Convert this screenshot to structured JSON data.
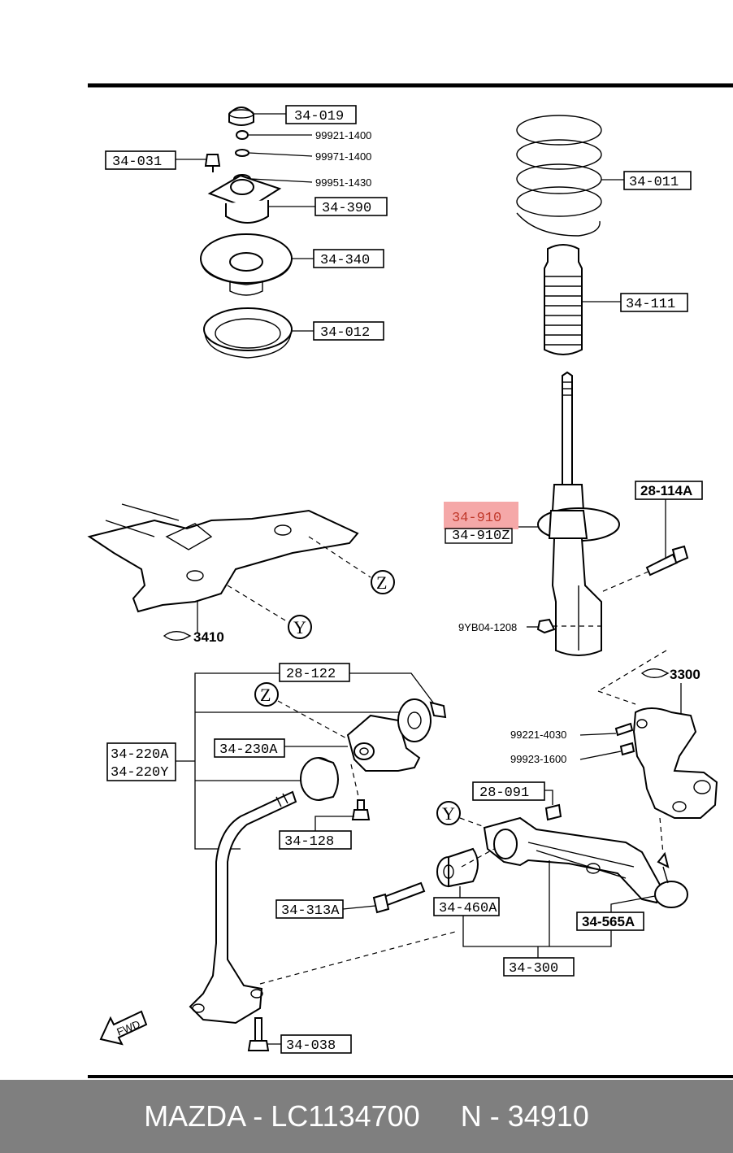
{
  "labels": {
    "p34019": "34-019",
    "p99921": "99921-1400",
    "p99971": "99971-1400",
    "p99951": "99951-1430",
    "p34031": "34-031",
    "p34390": "34-390",
    "p34340": "34-340",
    "p34012": "34-012",
    "p34011": "34-011",
    "p34111": "34-111",
    "p34910": "34-910",
    "p34910Z": "34-910Z",
    "p28114A": "28-114A",
    "p9YB04": "9YB04-1208",
    "p3410": "3410",
    "p3300": "3300",
    "p28122": "28-122",
    "p34230A": "34-230A",
    "p34220A": "34-220A",
    "p34220Y": "34-220Y",
    "p99221": "99221-4030",
    "p99923": "99923-1600",
    "p28091": "28-091",
    "p34128": "34-128",
    "p34313A": "34-313A",
    "p34460A": "34-460A",
    "p34565A": "34-565A",
    "p34300": "34-300",
    "p34038": "34-038",
    "fwd": "FWD",
    "calloutZ": "Z",
    "calloutY": "Y"
  },
  "highlight_color": "#f28b8b",
  "footer": {
    "text": "MAZDA - LC1134700     N - 34910"
  }
}
